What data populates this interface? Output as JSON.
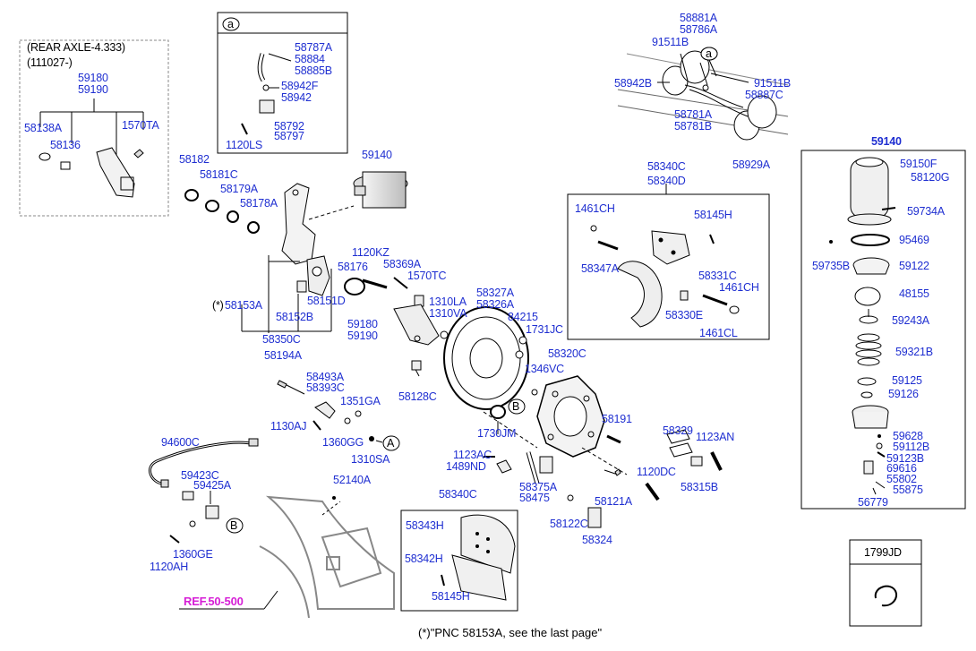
{
  "boxes": {
    "rear_axle_title": "(REAR AXLE-4.333)",
    "rear_axle_date": "(111027-)",
    "detail_a_letter": "a",
    "assy_59140_title": "59140",
    "ref_1799JD": "1799JD"
  },
  "callouts": {
    "A": "A",
    "B": "B",
    "a": "a"
  },
  "labels": {
    "l_59180_top": "59180",
    "l_59190_top": "59190",
    "l_58138A": "58138A",
    "l_1570TA": "1570TA",
    "l_58136": "58136",
    "l_58787A": "58787A",
    "l_58884": "58884",
    "l_58885B": "58885B",
    "l_58942F": "58942F",
    "l_58942": "58942",
    "l_58792": "58792",
    "l_58797": "58797",
    "l_1120LS": "1120LS",
    "l_58881A": "58881A",
    "l_58786A": "58786A",
    "l_91511B_a": "91511B",
    "l_58942B": "58942B",
    "l_91511B_b": "91511B",
    "l_58887C": "58887C",
    "l_58781A": "58781A",
    "l_58781B": "58781B",
    "l_58929A": "58929A",
    "l_58182": "58182",
    "l_58181C": "58181C",
    "l_58179A": "58179A",
    "l_58178A": "58178A",
    "l_59140_main": "59140",
    "l_58340C_top": "58340C",
    "l_58340D": "58340D",
    "l_1461CH_a": "1461CH",
    "l_58145H_top": "58145H",
    "l_58347A": "58347A",
    "l_58331C": "58331C",
    "l_1461CH_b": "1461CH",
    "l_58330E": "58330E",
    "l_1461CL": "1461CL",
    "l_1120KZ": "1120KZ",
    "l_58176": "58176",
    "l_58369A": "58369A",
    "l_1570TC": "1570TC",
    "l_1310LA": "1310LA",
    "l_1310VA": "1310VA",
    "l_58153A": "58153A",
    "l_58153A_prefix": "(*)",
    "l_58151D": "58151D",
    "l_58152B": "58152B",
    "l_58350C": "58350C",
    "l_59180_mid": "59180",
    "l_59190_mid": "59190",
    "l_58327A": "58327A",
    "l_58326A": "58326A",
    "l_84215": "84215",
    "l_1731JC": "1731JC",
    "l_58320C": "58320C",
    "l_58194A": "58194A",
    "l_58493A": "58493A",
    "l_58393C": "58393C",
    "l_58128C": "58128C",
    "l_1346VC": "1346VC",
    "l_1351GA": "1351GA",
    "l_1130AJ": "1130AJ",
    "l_1360GG": "1360GG",
    "l_1310SA": "1310SA",
    "l_1730JM": "1730JM",
    "l_58191": "58191",
    "l_58329": "58329",
    "l_1123AN": "1123AN",
    "l_94600C": "94600C",
    "l_1123AC": "1123AC",
    "l_1489ND": "1489ND",
    "l_1120DC": "1120DC",
    "l_58315B": "58315B",
    "l_59423C": "59423C",
    "l_59425A": "59425A",
    "l_52140A": "52140A",
    "l_58375A": "58375A",
    "l_58475": "58475",
    "l_58121A": "58121A",
    "l_58340C_bot": "58340C",
    "l_58343H": "58343H",
    "l_58342H": "58342H",
    "l_58145H_bot": "58145H",
    "l_58122C": "58122C",
    "l_58324": "58324",
    "l_1360GE": "1360GE",
    "l_1120AH": "1120AH",
    "l_ref": "REF.50-500",
    "l_59150F": "59150F",
    "l_58120G": "58120G",
    "l_59734A": "59734A",
    "l_95469": "95469",
    "l_59735B": "59735B",
    "l_59122": "59122",
    "l_48155": "48155",
    "l_59243A": "59243A",
    "l_59321B": "59321B",
    "l_59125": "59125",
    "l_59126": "59126",
    "l_59628": "59628",
    "l_59112B": "59112B",
    "l_59123B": "59123B",
    "l_69616": "69616",
    "l_55802": "55802",
    "l_55875": "55875",
    "l_56779": "56779"
  },
  "footnote": "(*)\"PNC 58153A, see the last page\"",
  "colors": {
    "label": "#1f2fd1",
    "reference": "#d61fd6",
    "line": "#000000",
    "dashed_box": "#888888"
  }
}
